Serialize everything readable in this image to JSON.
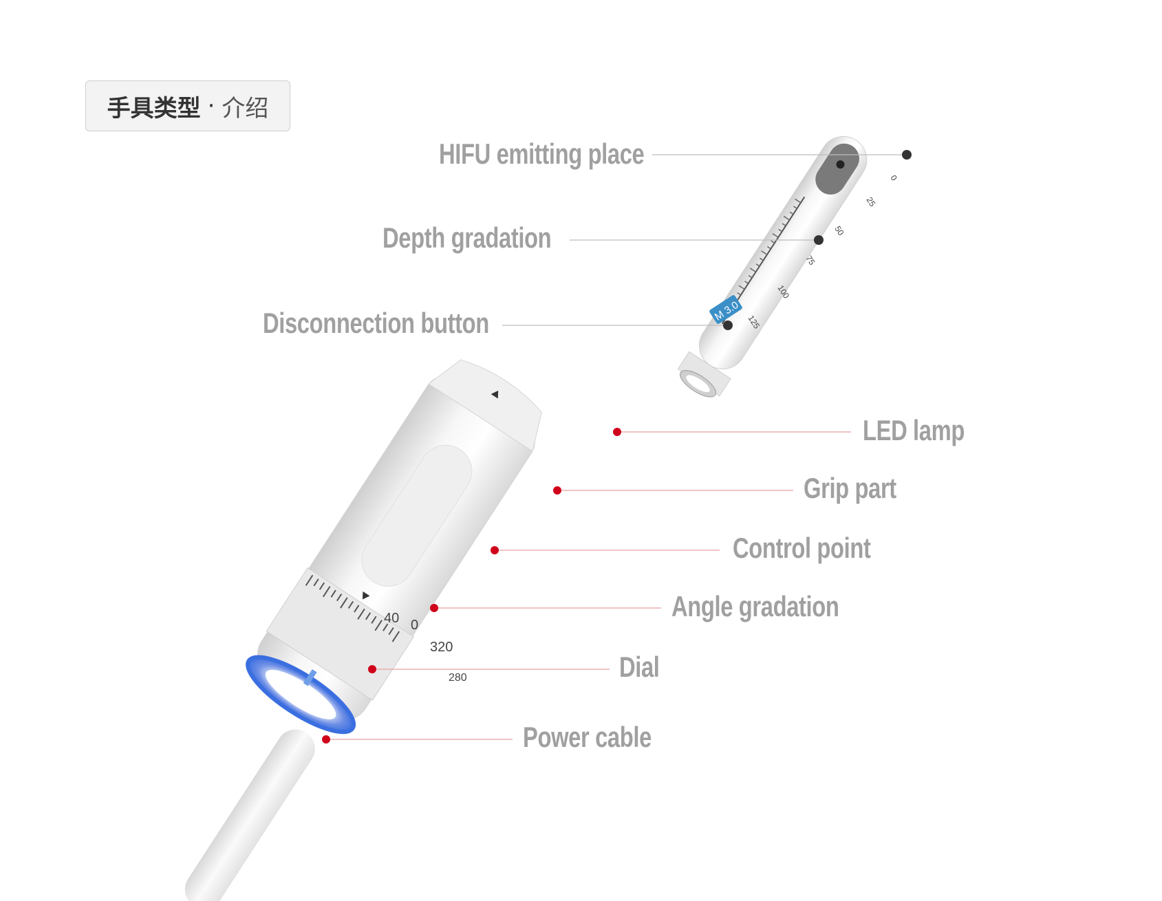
{
  "header": {
    "title_bold": "手具类型",
    "separator": "·",
    "title_light": "介绍"
  },
  "labels": {
    "hifu_emitting_place": "HIFU emitting place",
    "depth_gradation": "Depth gradation",
    "disconnection_button": "Disconnection button",
    "led_lamp": "LED lamp",
    "grip_part": "Grip part",
    "control_point": "Control point",
    "angle_gradation": "Angle gradation",
    "dial": "Dial",
    "power_cable": "Power cable"
  },
  "cartridge": {
    "badge": "M 3.0",
    "scale_marks": [
      "0",
      "25",
      "50",
      "75",
      "100",
      "125"
    ]
  },
  "handle": {
    "dial_marks": [
      "40",
      "0",
      "320",
      "280"
    ]
  },
  "colors": {
    "marker": "#d0021b",
    "label": "#a0a0a0",
    "leader_gray": "#bdbdbd",
    "leader_red": "#e8a0a0",
    "badge": "#3a8fc7",
    "ring_blue": "#3b6fe0"
  }
}
